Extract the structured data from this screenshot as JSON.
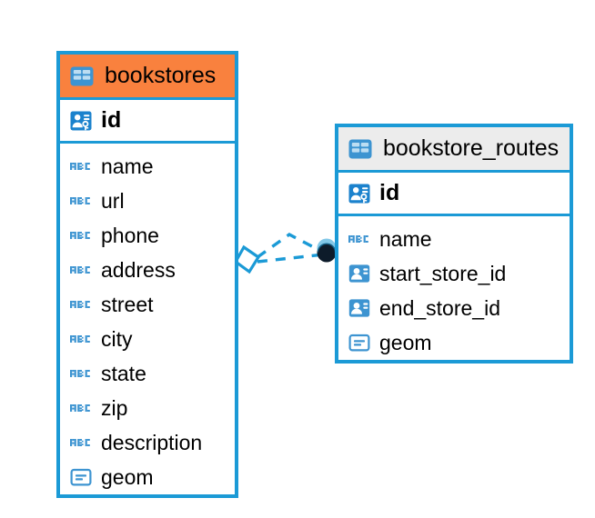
{
  "diagram": {
    "kind": "entity-relationship-diagram",
    "background_color": "#ffffff",
    "accent_color": "#1b9ad6",
    "selected_color": "#f9813e",
    "unselected_header_color": "#ececec",
    "endpoint_color": "#0d1b2a"
  },
  "tables": [
    {
      "name": "bookstores",
      "selected": true,
      "header_color": "#f9813e",
      "table_icon": "table-grid-icon",
      "primary_key": {
        "name": "id",
        "icon": "primary-key-icon"
      },
      "fields": [
        {
          "name": "name",
          "icon": "abc-text-icon"
        },
        {
          "name": "url",
          "icon": "abc-text-icon"
        },
        {
          "name": "phone",
          "icon": "abc-text-icon"
        },
        {
          "name": "address",
          "icon": "abc-text-icon"
        },
        {
          "name": "street",
          "icon": "abc-text-icon"
        },
        {
          "name": "city",
          "icon": "abc-text-icon"
        },
        {
          "name": "state",
          "icon": "abc-text-icon"
        },
        {
          "name": "zip",
          "icon": "abc-text-icon"
        },
        {
          "name": "description",
          "icon": "abc-text-icon"
        },
        {
          "name": "geom",
          "icon": "geometry-icon"
        }
      ]
    },
    {
      "name": "bookstore_routes",
      "selected": false,
      "header_color": "#ececec",
      "table_icon": "table-grid-icon",
      "primary_key": {
        "name": "id",
        "icon": "primary-key-icon"
      },
      "fields": [
        {
          "name": "name",
          "icon": "abc-text-icon"
        },
        {
          "name": "start_store_id",
          "icon": "foreign-key-icon"
        },
        {
          "name": "end_store_id",
          "icon": "foreign-key-icon"
        },
        {
          "name": "geom",
          "icon": "geometry-icon"
        }
      ]
    }
  ],
  "relationship": {
    "style": "dashed",
    "color": "#1b9ad6",
    "from_table": "bookstores",
    "to_table": "bookstore_routes",
    "from_endpoint": "hollow-diamond",
    "to_endpoint": "filled-circle",
    "branches": 2
  }
}
